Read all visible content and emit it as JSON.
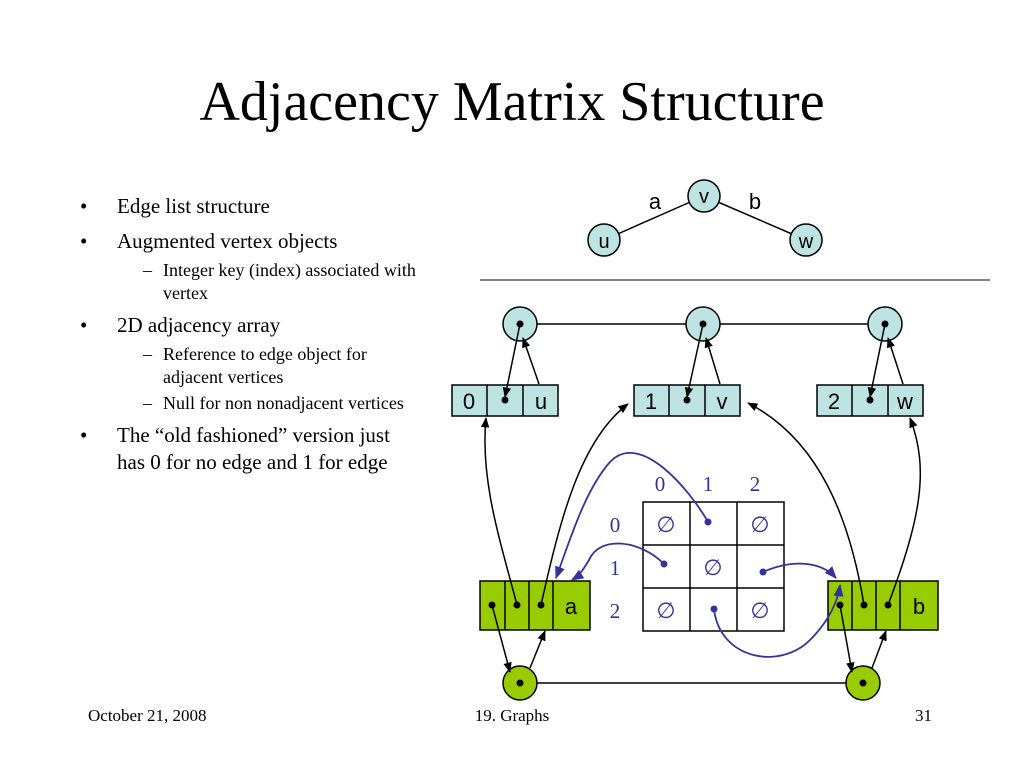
{
  "slide": {
    "title": "Adjacency Matrix Structure",
    "bullets": [
      {
        "text": "Edge list structure"
      },
      {
        "text": "Augmented vertex objects",
        "sub": [
          "Integer key (index) associated with vertex"
        ]
      },
      {
        "text": "2D adjacency array",
        "sub": [
          "Reference to edge object for adjacent vertices",
          "Null for non nonadjacent vertices"
        ]
      },
      {
        "text": "The “old fashioned” version just has 0 for no edge and 1 for edge"
      }
    ],
    "bullet_marker": "•",
    "sub_marker": "–"
  },
  "footer": {
    "date": "October 21, 2008",
    "section": "19. Graphs",
    "page": "31"
  },
  "graph": {
    "vertices": [
      "v",
      "u",
      "w"
    ],
    "edges": [
      "a",
      "b"
    ]
  },
  "vertex_records": [
    {
      "index": "0",
      "label": "u"
    },
    {
      "index": "1",
      "label": "v"
    },
    {
      "index": "2",
      "label": "w"
    }
  ],
  "edge_records": [
    {
      "label": "a"
    },
    {
      "label": "b"
    }
  ],
  "matrix": {
    "col_headers": [
      "0",
      "1",
      "2"
    ],
    "row_headers": [
      "0",
      "1",
      "2"
    ],
    "null_symbol": "∅"
  },
  "colors": {
    "vertex_fill": "#bde3e3",
    "edge_fill": "#99cc00",
    "pointer": "#333399",
    "line": "#000000"
  }
}
